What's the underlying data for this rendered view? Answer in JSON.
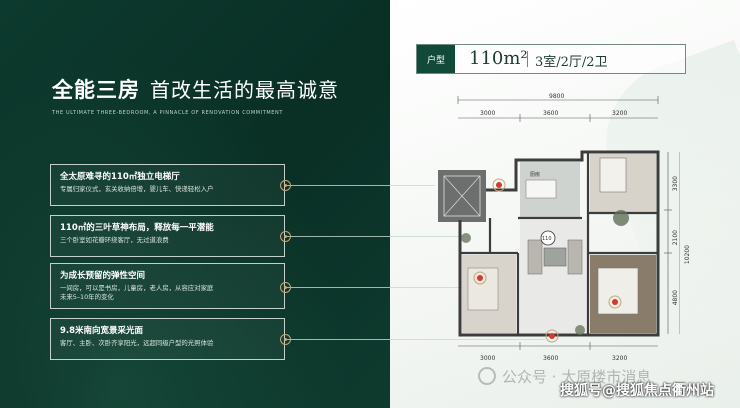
{
  "headline": {
    "bold": "全能三房",
    "sub": "首改生活的最高诚意",
    "english": "THE ULTIMATE THREE-BEDROOM, A PINNACLE OF RENOVATION COMMITMENT"
  },
  "features": [
    {
      "title": "全太原难寻的110㎡独立电梯厅",
      "desc": "专属归家仪式，玄关收纳倍增，婴儿车、快递轻松入户"
    },
    {
      "title": "110㎡的三叶草神布局，释放每一平潜能",
      "desc": "三个卧室如花瓣环绕客厅，无过道浪费"
    },
    {
      "title": "为成长预留的弹性空间",
      "desc": "一间房，可以是书房，儿童房，老人房，从容应对家庭\n未来5–10年的变化"
    },
    {
      "title": "9.8米南向宽景采光面",
      "desc": "客厅、主卧、次卧齐享阳光，远超同级户型的光照体验"
    }
  ],
  "unit": {
    "tag": "户型",
    "area": "110m²",
    "rooms": "3室/2厅/2卫"
  },
  "dimensions": {
    "top_total": "9800",
    "top_segments": [
      "3000",
      "3600",
      "3200"
    ],
    "bottom_segments": [
      "3000",
      "3600",
      "3200"
    ],
    "right_segments": [
      "3300",
      "2100",
      "4800"
    ],
    "right_total": "10200"
  },
  "floorplan_labels": [
    "厨房",
    "110"
  ],
  "colors": {
    "panel": "#0d3a2e",
    "accent": "#c9a575",
    "tag": "#124a3a"
  },
  "watermark": "公众号 · 太原楼市消息",
  "sohu_caption": "搜狐号@搜狐焦点衢州站"
}
